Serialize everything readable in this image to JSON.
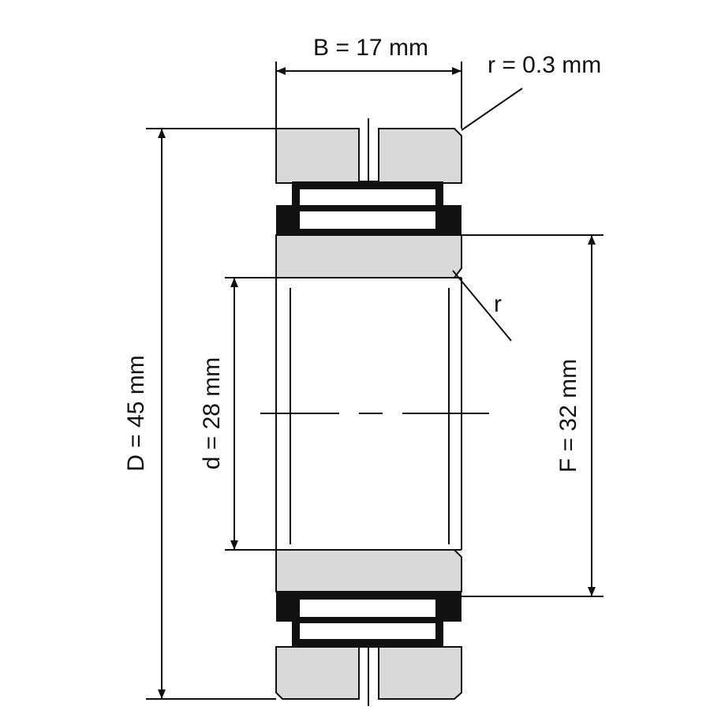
{
  "labels": {
    "width": "B = 17 mm",
    "radius": "r = 0.3 mm",
    "radius_short": "r",
    "outer_diameter": "D = 45 mm",
    "bore_diameter": "d = 28 mm",
    "raceway_diameter": "F = 32 mm"
  },
  "colors": {
    "line": "#111111",
    "ring_fill": "#d9d9d9",
    "background": "#ffffff"
  }
}
